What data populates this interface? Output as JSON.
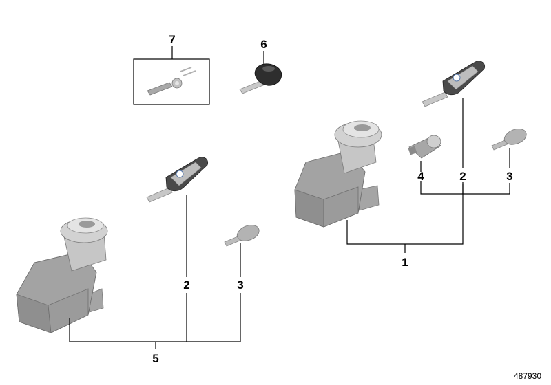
{
  "diagram": {
    "callouts": {
      "c1": "1",
      "c2a": "2",
      "c2b": "2",
      "c3a": "3",
      "c3b": "3",
      "c4": "4",
      "c5": "5",
      "c6": "6",
      "c7": "7"
    },
    "reference_number": "487930"
  },
  "parts": {
    "part1": "ignition-lock-large",
    "part2": "remote-key",
    "part3": "mechanical-key",
    "part4": "lock-cylinder",
    "part5": "ignition-lock-small",
    "part6": "key-blank",
    "part7": "repair-kit"
  },
  "colors": {
    "line": "#000000",
    "part_body": "#b8b8b8",
    "part_dark": "#4a4a4a",
    "part_light": "#e2e2e2"
  }
}
